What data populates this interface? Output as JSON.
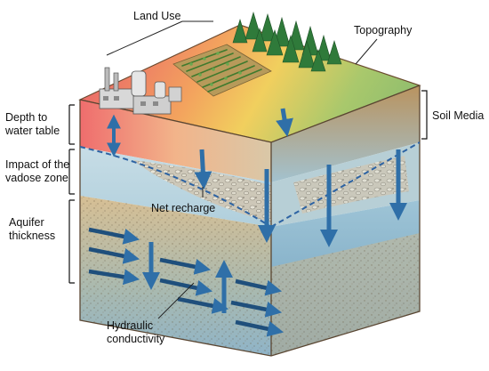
{
  "labels": {
    "land_use": "Land Use",
    "topography": "Topography",
    "soil_media": "Soil Media",
    "depth_line1": "Depth to",
    "depth_line2": "water table",
    "vadose_line1": "Impact of the",
    "vadose_line2": "vadose zone",
    "net_recharge": "Net recharge",
    "aquifer_line1": "Aquifer",
    "aquifer_line2": "thickness",
    "hydraulic_line1": "Hydraulic",
    "hydraulic_line2": "conductivity"
  },
  "colors": {
    "arrow_blue": "#2f6fa8",
    "water_table": "#2d63a3",
    "surface_red": "#e9646a",
    "surface_yellow": "#f1cf5e",
    "surface_green": "#9cc46a",
    "forest_green": "#2f7a3a"
  }
}
